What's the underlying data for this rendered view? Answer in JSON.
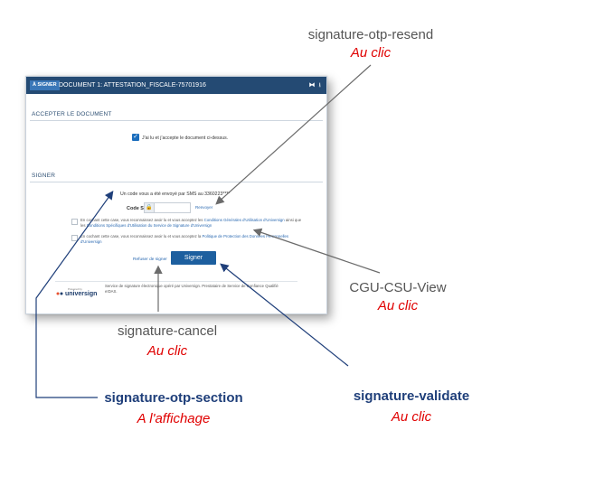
{
  "app": {
    "badge": "À SIGNER",
    "document_title": "DOCUMENT 1: ATTESTATION_FISCALE-75701916",
    "icons": [
      "expand-icon",
      "download-icon"
    ]
  },
  "accept_section": {
    "title": "ACCEPTER LE DOCUMENT",
    "checkbox_label": "J'ai lu et j'accepte le document ci-dessus."
  },
  "sign_section": {
    "title": "SIGNER",
    "otp_message": "Un code vous a été envoyé par SMS au 3360223****",
    "code_label": "Code SMS",
    "resend_label": "Renvoyer",
    "terms_text_1": "En cochant cette case, vous reconnaissez avoir lu et vous acceptez les",
    "terms_link_1": "Conditions Générales d'Utilisation d'Universign",
    "terms_text_1b": "ainsi que les",
    "terms_link_1b": "Conditions Spécifiques d'Utilisation du Service de Signature d'Universign",
    "terms_text_2": "En cochant cette case, vous reconnaissez avoir lu et vous acceptez la",
    "terms_link_2": "Politique de Protection des Données Personnelles d'Universign",
    "cancel_label": "Refuser de signer",
    "sign_label": "Signer"
  },
  "footer": {
    "logo_small": "Powered by",
    "logo": "universign",
    "text": "Service de signature électronique opéré par Universign. Prestataire de Service de Confiance Qualifié eIDAS."
  },
  "annotations": {
    "otp_resend": {
      "name": "signature-otp-resend",
      "trigger": "Au clic"
    },
    "cgu": {
      "name": "CGU-CSU-View",
      "trigger": "Au clic"
    },
    "cancel": {
      "name": "signature-cancel",
      "trigger": "Au clic"
    },
    "otp_section": {
      "name": "signature-otp-section",
      "trigger": "A l'affichage"
    },
    "validate": {
      "name": "signature-validate",
      "trigger": "Au clic"
    }
  },
  "colors": {
    "header": "#244a73",
    "accent": "#1d5f9f",
    "annotation_red": "#e00000",
    "annotation_blue": "#1f3f7a"
  }
}
